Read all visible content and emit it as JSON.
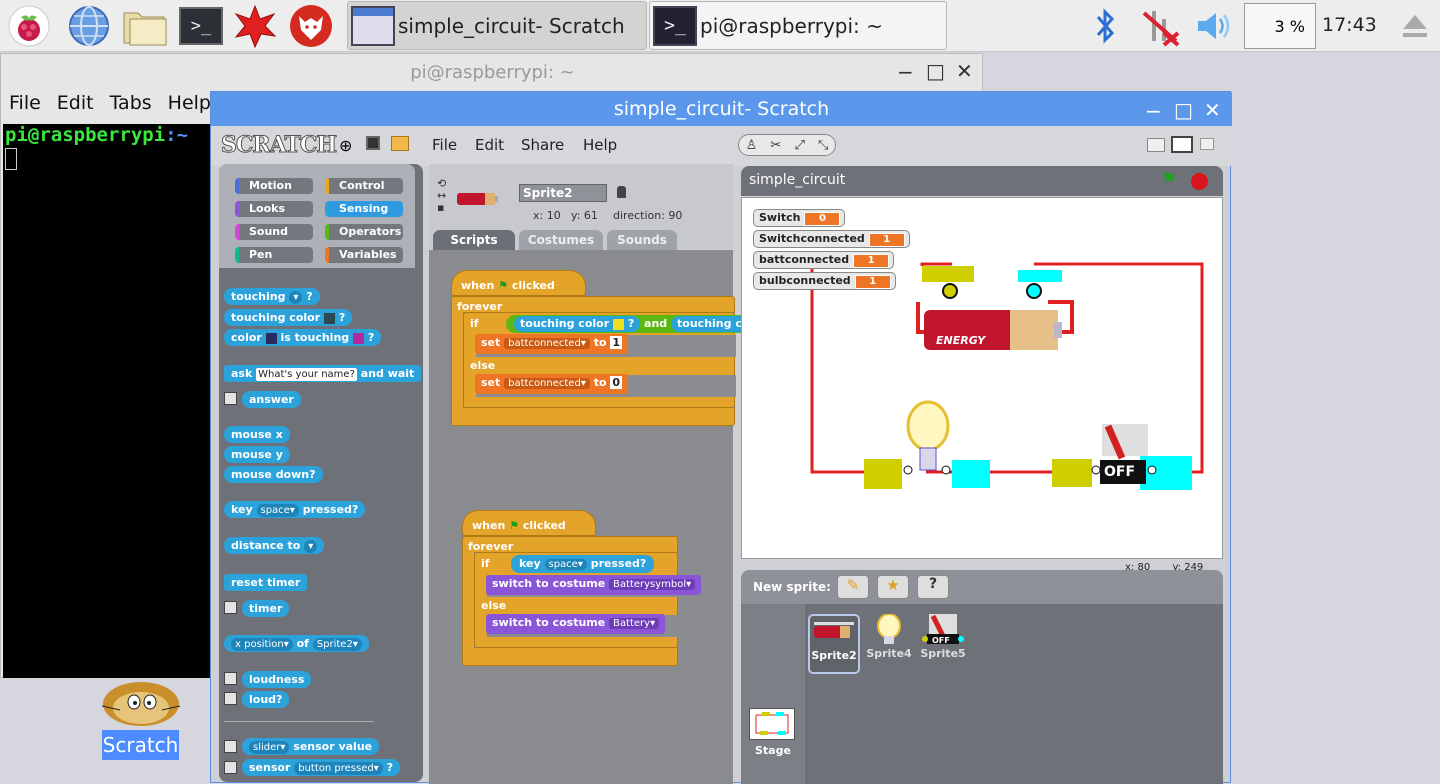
{
  "taskbar": {
    "tasks": [
      {
        "label": "simple_circuit- Scratch",
        "active": true
      },
      {
        "label": "pi@raspberrypi: ~",
        "active": false
      }
    ],
    "cpu": "3 %",
    "clock": "17:43"
  },
  "terminal": {
    "title": "pi@raspberrypi: ~",
    "menu": [
      "File",
      "Edit",
      "Tabs",
      "Help"
    ],
    "prompt_user": "pi@raspberrypi",
    "prompt_path": ":~"
  },
  "desktop": {
    "scratch_label": "Scratch"
  },
  "scratch": {
    "title": "simple_circuit- Scratch",
    "logo": "SCRATCH",
    "menu": [
      "File",
      "Edit",
      "Share",
      "Help"
    ],
    "categories": [
      "Motion",
      "Control",
      "Looks",
      "Sensing",
      "Sound",
      "Operators",
      "Pen",
      "Variables"
    ],
    "palette": {
      "touching": "touching",
      "touching_color": "touching color",
      "color": "color",
      "is_touching": "is touching",
      "ask": "ask",
      "ask_default": "What's your name?",
      "and_wait": "and wait",
      "answer": "answer",
      "mouse_x": "mouse x",
      "mouse_y": "mouse y",
      "mouse_down": "mouse down?",
      "key": "key",
      "space": "space",
      "pressed": "pressed?",
      "distance_to": "distance to",
      "reset_timer": "reset timer",
      "timer": "timer",
      "x_position": "x position",
      "of": "of",
      "sprite2": "Sprite2",
      "loudness": "loudness",
      "loud": "loud?",
      "slider": "slider",
      "sensor_value": "sensor value",
      "sensor": "sensor",
      "button_pressed": "button pressed",
      "q": "?"
    },
    "sprite": {
      "name": "Sprite2",
      "x": "x: 10",
      "y": "y: 61",
      "direction": "direction: 90"
    },
    "tabs": [
      "Scripts",
      "Costumes",
      "Sounds"
    ],
    "scripts": {
      "when": "when",
      "clicked": "clicked",
      "forever": "forever",
      "if": "if",
      "else": "else",
      "and": "and",
      "set": "set",
      "to": "to",
      "battconnected": "battconnected",
      "one": "1",
      "zero": "0",
      "touching_color": "touching color",
      "touching_col": "touching col",
      "key": "key",
      "space": "space",
      "pressed": "pressed?",
      "switch_to_costume": "switch to costume",
      "batterysymbol": "Batterysymbol",
      "battery": "Battery"
    },
    "stage": {
      "title": "simple_circuit",
      "monitors": [
        {
          "name": "Switch",
          "value": "0"
        },
        {
          "name": "Switchconnected",
          "value": "1"
        },
        {
          "name": "battconnected",
          "value": "1"
        },
        {
          "name": "bulbconnected",
          "value": "1"
        }
      ],
      "battery_text": "ENERGY",
      "switch_text": "OFF",
      "mouse_x": "x: 80",
      "mouse_y": "y: 249"
    },
    "new_sprite": "New sprite:",
    "sprites": [
      "Sprite2",
      "Sprite4",
      "Sprite5"
    ],
    "stage_label": "Stage"
  }
}
